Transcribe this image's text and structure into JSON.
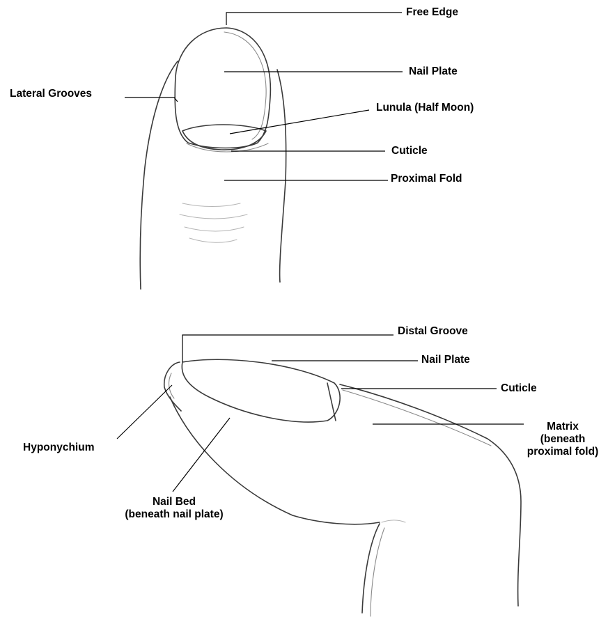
{
  "labels": {
    "free_edge": "Free Edge",
    "nail_plate_top": "Nail Plate",
    "lateral_grooves": "Lateral Grooves",
    "lunula": "Lunula (Half Moon)",
    "cuticle_top": "Cuticle",
    "proximal_fold": "Proximal Fold",
    "distal_groove": "Distal Groove",
    "nail_plate_side": "Nail Plate",
    "cuticle_side": "Cuticle",
    "matrix_line1": "Matrix",
    "matrix_line2": "(beneath",
    "matrix_line3": "proximal fold)",
    "hyponychium": "Hyponychium",
    "nail_bed_line1": "Nail Bed",
    "nail_bed_line2": "(beneath nail plate)"
  }
}
